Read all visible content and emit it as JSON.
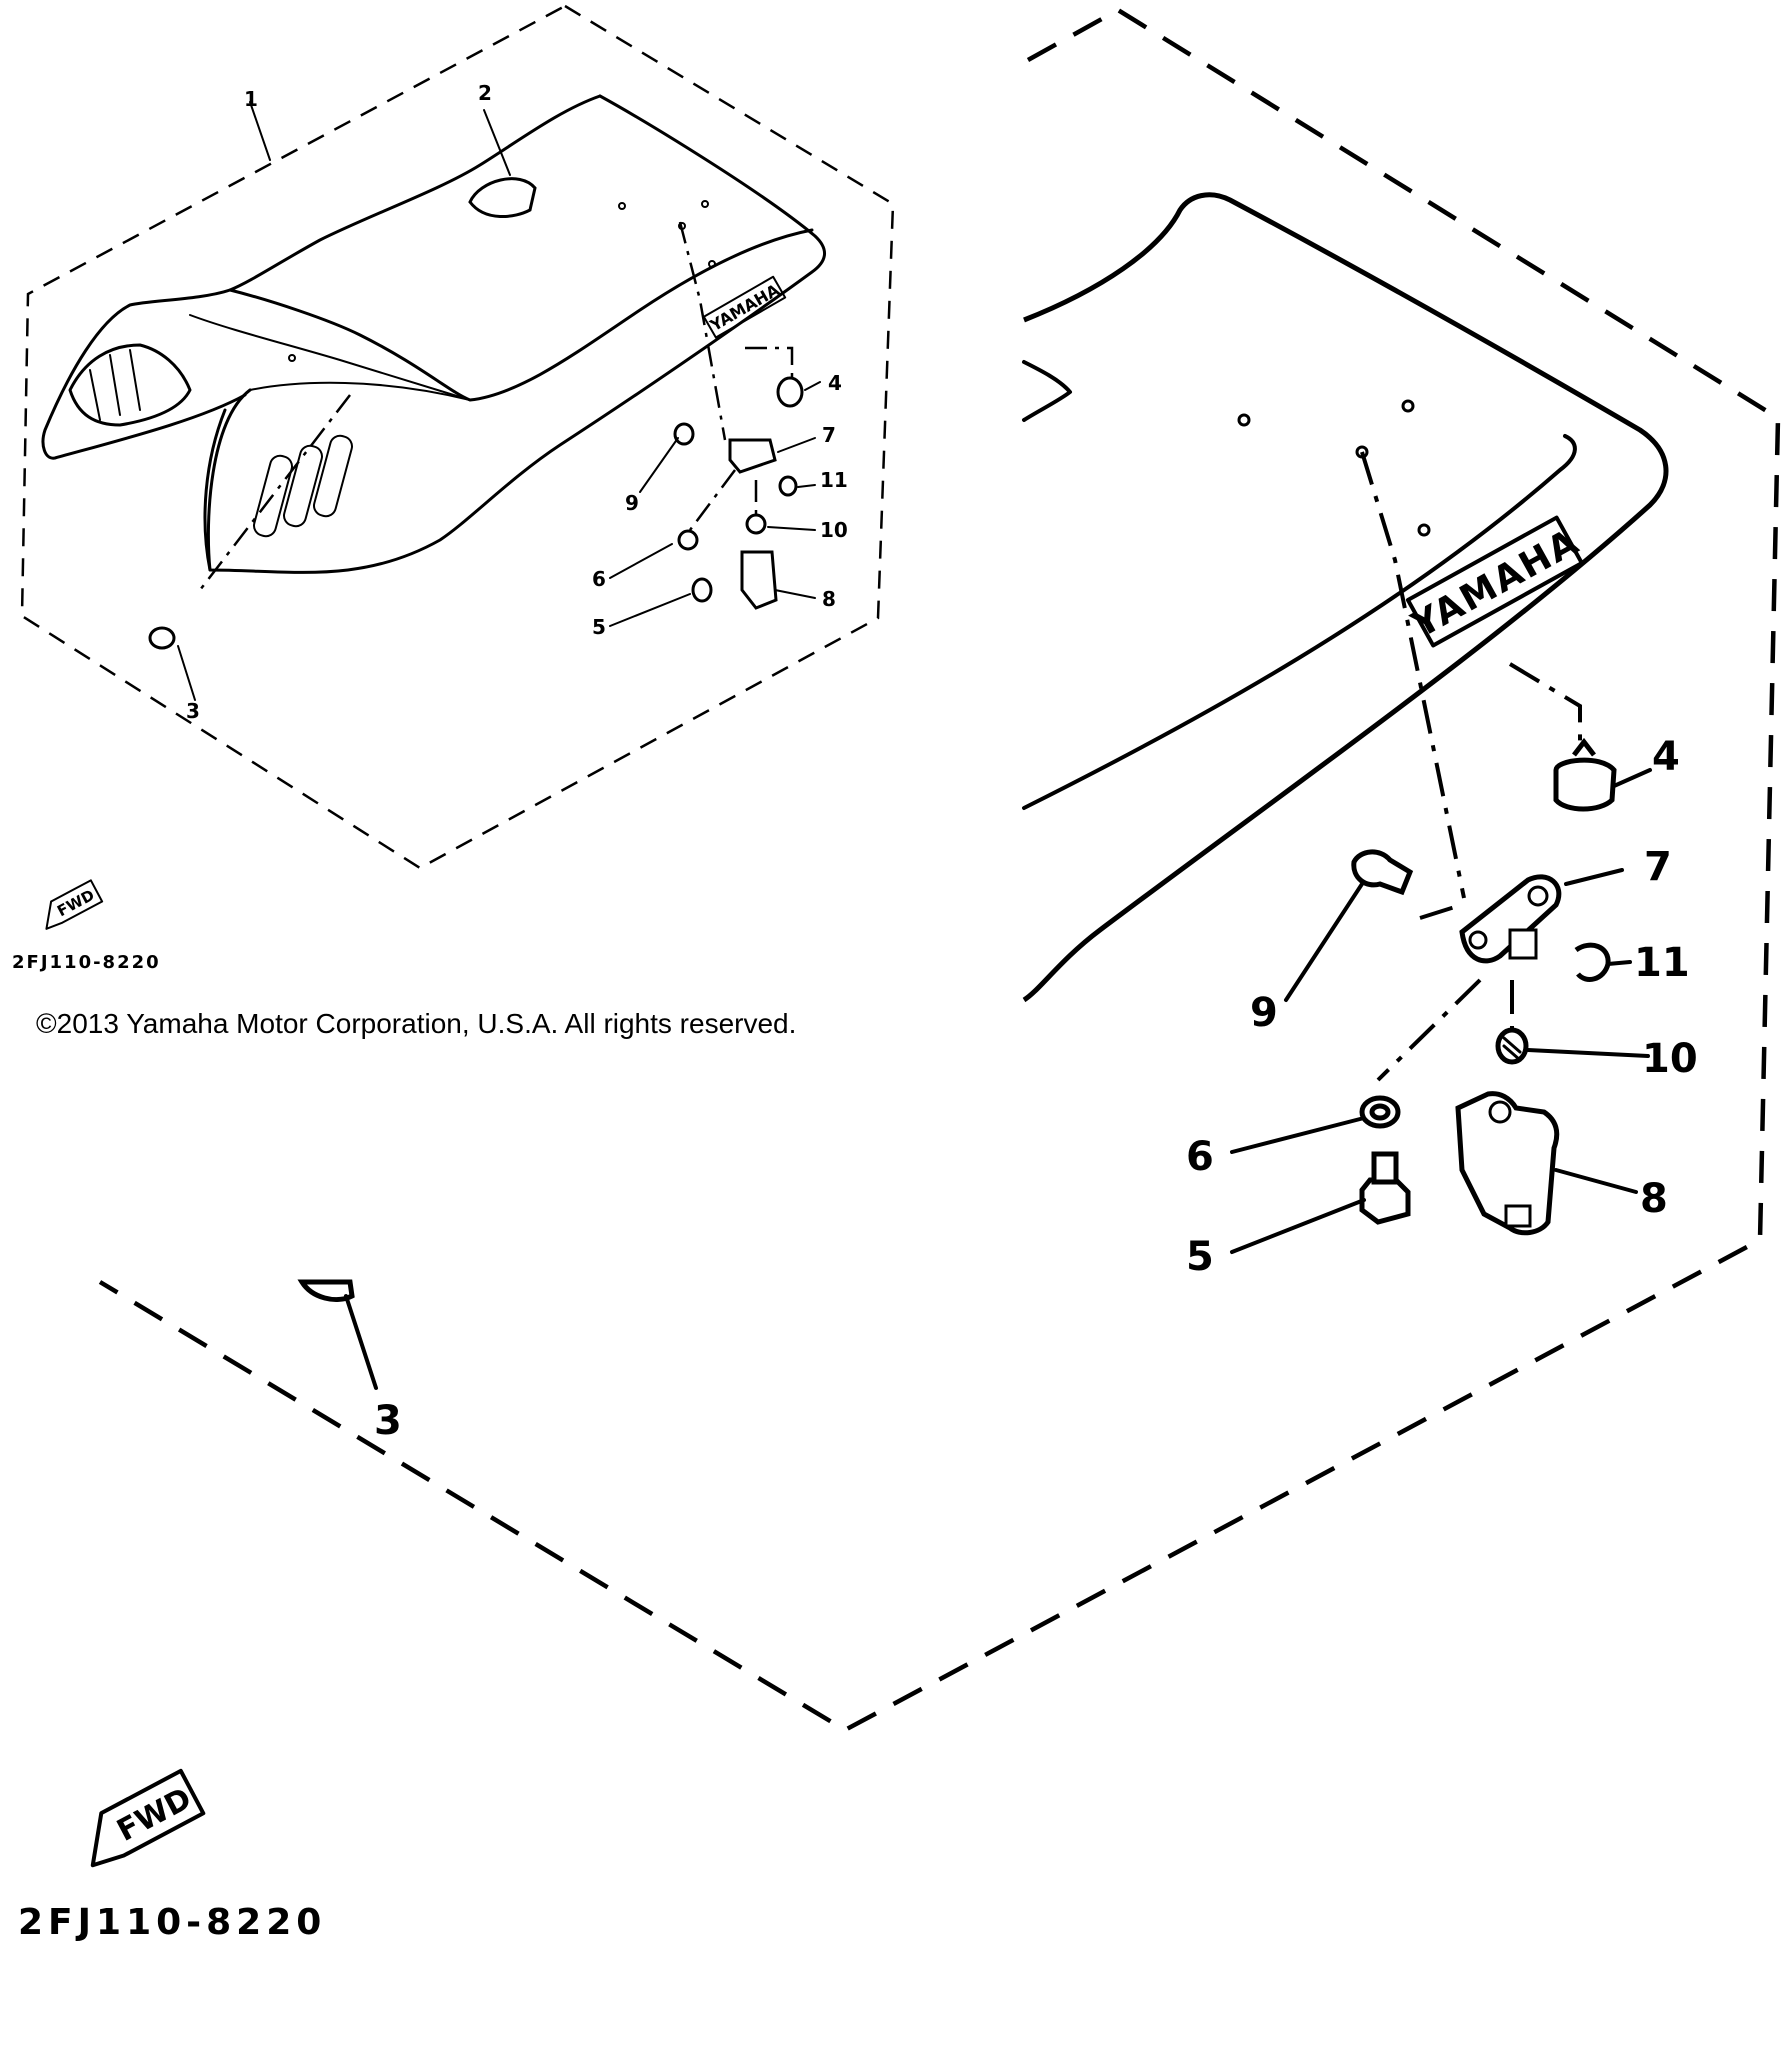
{
  "diagram": {
    "part_numbers": [
      "1",
      "2",
      "3",
      "4",
      "5",
      "6",
      "7",
      "8",
      "9",
      "10",
      "11"
    ],
    "brand_logo": "YAMAHA",
    "fwd_label": "FWD",
    "drawing_code": "2FJ110-8220",
    "copyright": "©2013 Yamaha Motor Corporation, U.S.A. All rights reserved."
  }
}
